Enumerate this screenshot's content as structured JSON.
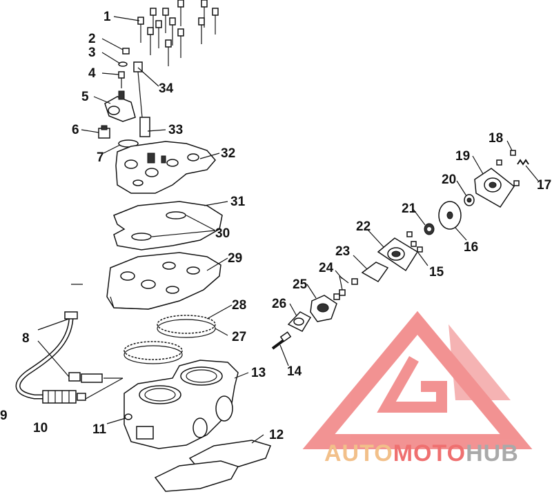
{
  "diagram": {
    "labels": {
      "n1": "1",
      "n2": "2",
      "n3": "3",
      "n4": "4",
      "n5": "5",
      "n6": "6",
      "n7": "7",
      "n8": "8",
      "n9": "9",
      "n10": "10",
      "n11": "11",
      "n12": "12",
      "n13": "13",
      "n14": "14",
      "n15": "15",
      "n16": "16",
      "n17": "17",
      "n18": "18",
      "n19": "19",
      "n20": "20",
      "n21": "21",
      "n22": "22",
      "n23": "23",
      "n24": "24",
      "n25": "25",
      "n26": "26",
      "n27": "27",
      "n28": "28",
      "n29": "29",
      "n30": "30",
      "n31": "31",
      "n32": "32",
      "n33": "33",
      "n34": "34"
    }
  },
  "watermark": {
    "part1": "AUTO",
    "part2": "MOTO",
    "part3": "HUB",
    "colors": {
      "auto": "#f2c08a",
      "moto": "#ef7070",
      "hub": "#a9a9a9",
      "logo": "#f08080"
    }
  }
}
